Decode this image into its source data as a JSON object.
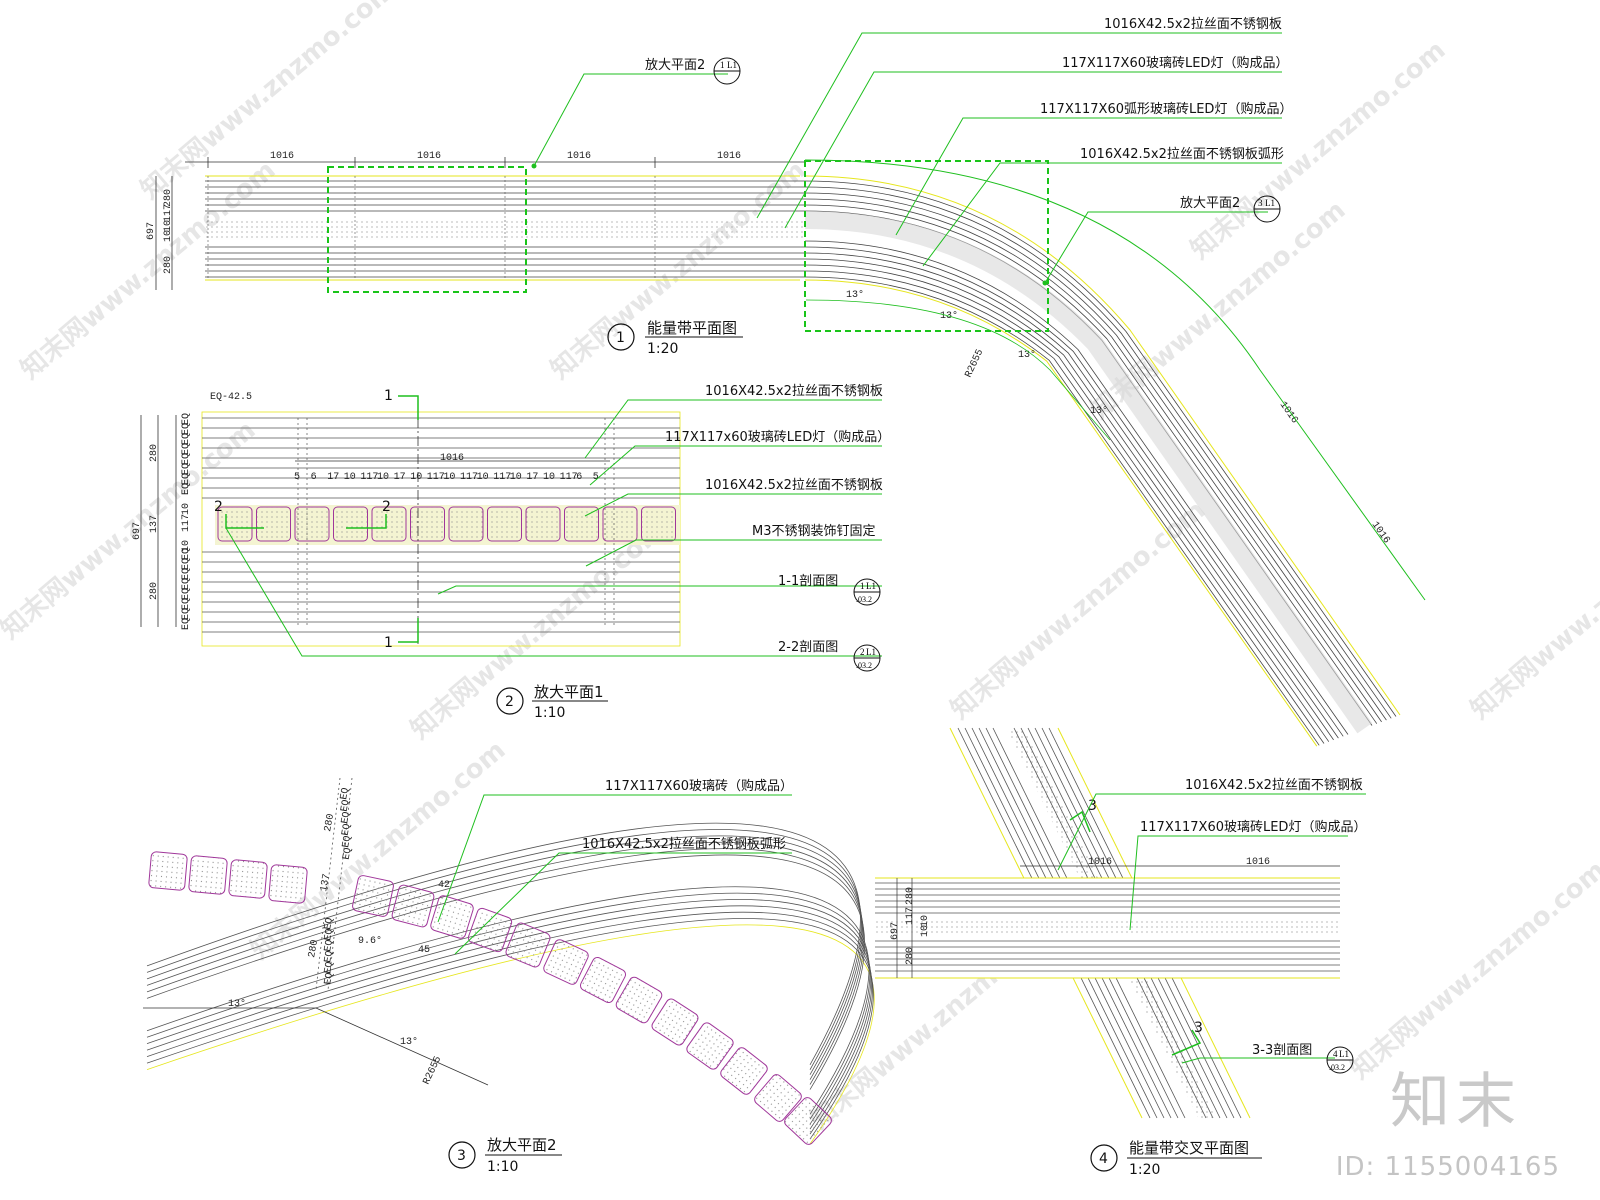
{
  "drawings": {
    "d1": {
      "num": "1",
      "title": "能量带平面图",
      "scale": "1:20"
    },
    "d2": {
      "num": "2",
      "title": "放大平面1",
      "scale": "1:10"
    },
    "d3": {
      "num": "3",
      "title": "放大平面2",
      "scale": "1:10"
    },
    "d4": {
      "num": "4",
      "title": "能量带交叉平面图",
      "scale": "1:20"
    }
  },
  "callouts": {
    "d1": [
      "1016X42.5x2拉丝面不锈钢板",
      "117X117X60玻璃砖LED灯（购成品）",
      "117X117X60弧形玻璃砖LED灯（购成品）",
      "1016X42.5x2拉丝面不锈钢板弧形",
      "放大平面2",
      "放大平面2"
    ],
    "d2": [
      "1016X42.5x2拉丝面不锈钢板",
      "117X117x60玻璃砖LED灯（购成品）",
      "1016X42.5x2拉丝面不锈钢板",
      "M3不锈钢装饰钉固定",
      "1-1剖面图",
      "2-2剖面图"
    ],
    "d3": [
      "117X117X60玻璃砖（购成品）",
      "1016X42.5x2拉丝面不锈钢板弧形"
    ],
    "d4": [
      "1016X42.5x2拉丝面不锈钢板",
      "117X117X60玻璃砖LED灯（购成品）",
      "3-3剖面图"
    ]
  },
  "refs": {
    "d1a": {
      "top": "1",
      "bottom": "L1"
    },
    "d1b": {
      "top": "3",
      "bottom": "L1"
    },
    "s11": {
      "top": "1",
      "bottom": "L1",
      "sub": ".03.2"
    },
    "s22": {
      "top": "2",
      "bottom": "L1",
      "sub": ".03.2"
    },
    "s33": {
      "top": "4",
      "bottom": "L1",
      "sub": ".03.2"
    }
  },
  "dims": {
    "d1_top": [
      "1016",
      "1016",
      "1016",
      "1016"
    ],
    "d1_left": [
      "280",
      "117",
      "10",
      "10",
      "280",
      "697"
    ],
    "d1_angles": [
      "13°",
      "13°",
      "13°",
      "13°"
    ],
    "d1_radius": "R2655",
    "d1_right": [
      "1016",
      "1016"
    ],
    "d2_top": "EQ-42.5",
    "d2_mid": "1016",
    "d2_row": [
      "5",
      "6",
      "17",
      "10",
      "117",
      "10",
      "17",
      "10",
      "117",
      "10",
      "117",
      "10",
      "117",
      "10",
      "17",
      "10",
      "117",
      "6",
      "5"
    ],
    "d2_left": [
      "280",
      "137",
      "280",
      "697",
      "117",
      "10",
      "10"
    ],
    "d2_eq": "EQ",
    "d2_cut1": "1",
    "d2_cut2": "2",
    "d3_dims": [
      "280",
      "137",
      "280",
      "13°",
      "13°",
      "R2655",
      "9.6°",
      "45",
      "42"
    ],
    "d3_eq": "EQ",
    "d4_top": [
      "1016",
      "1016"
    ],
    "d4_left": [
      "280",
      "117",
      "10",
      "10",
      "280",
      "697"
    ],
    "d4_cut": "3"
  },
  "watermark": {
    "text": "知末网www.znzmo.com",
    "brand": "知末",
    "id": "ID: 1155004165"
  },
  "colors": {
    "line": "#333333",
    "leader": "#1fbf1f",
    "highlight": "#e8ef9a",
    "tile": "#a0379a",
    "guide": "#e6e61e",
    "box": "#19c419"
  }
}
